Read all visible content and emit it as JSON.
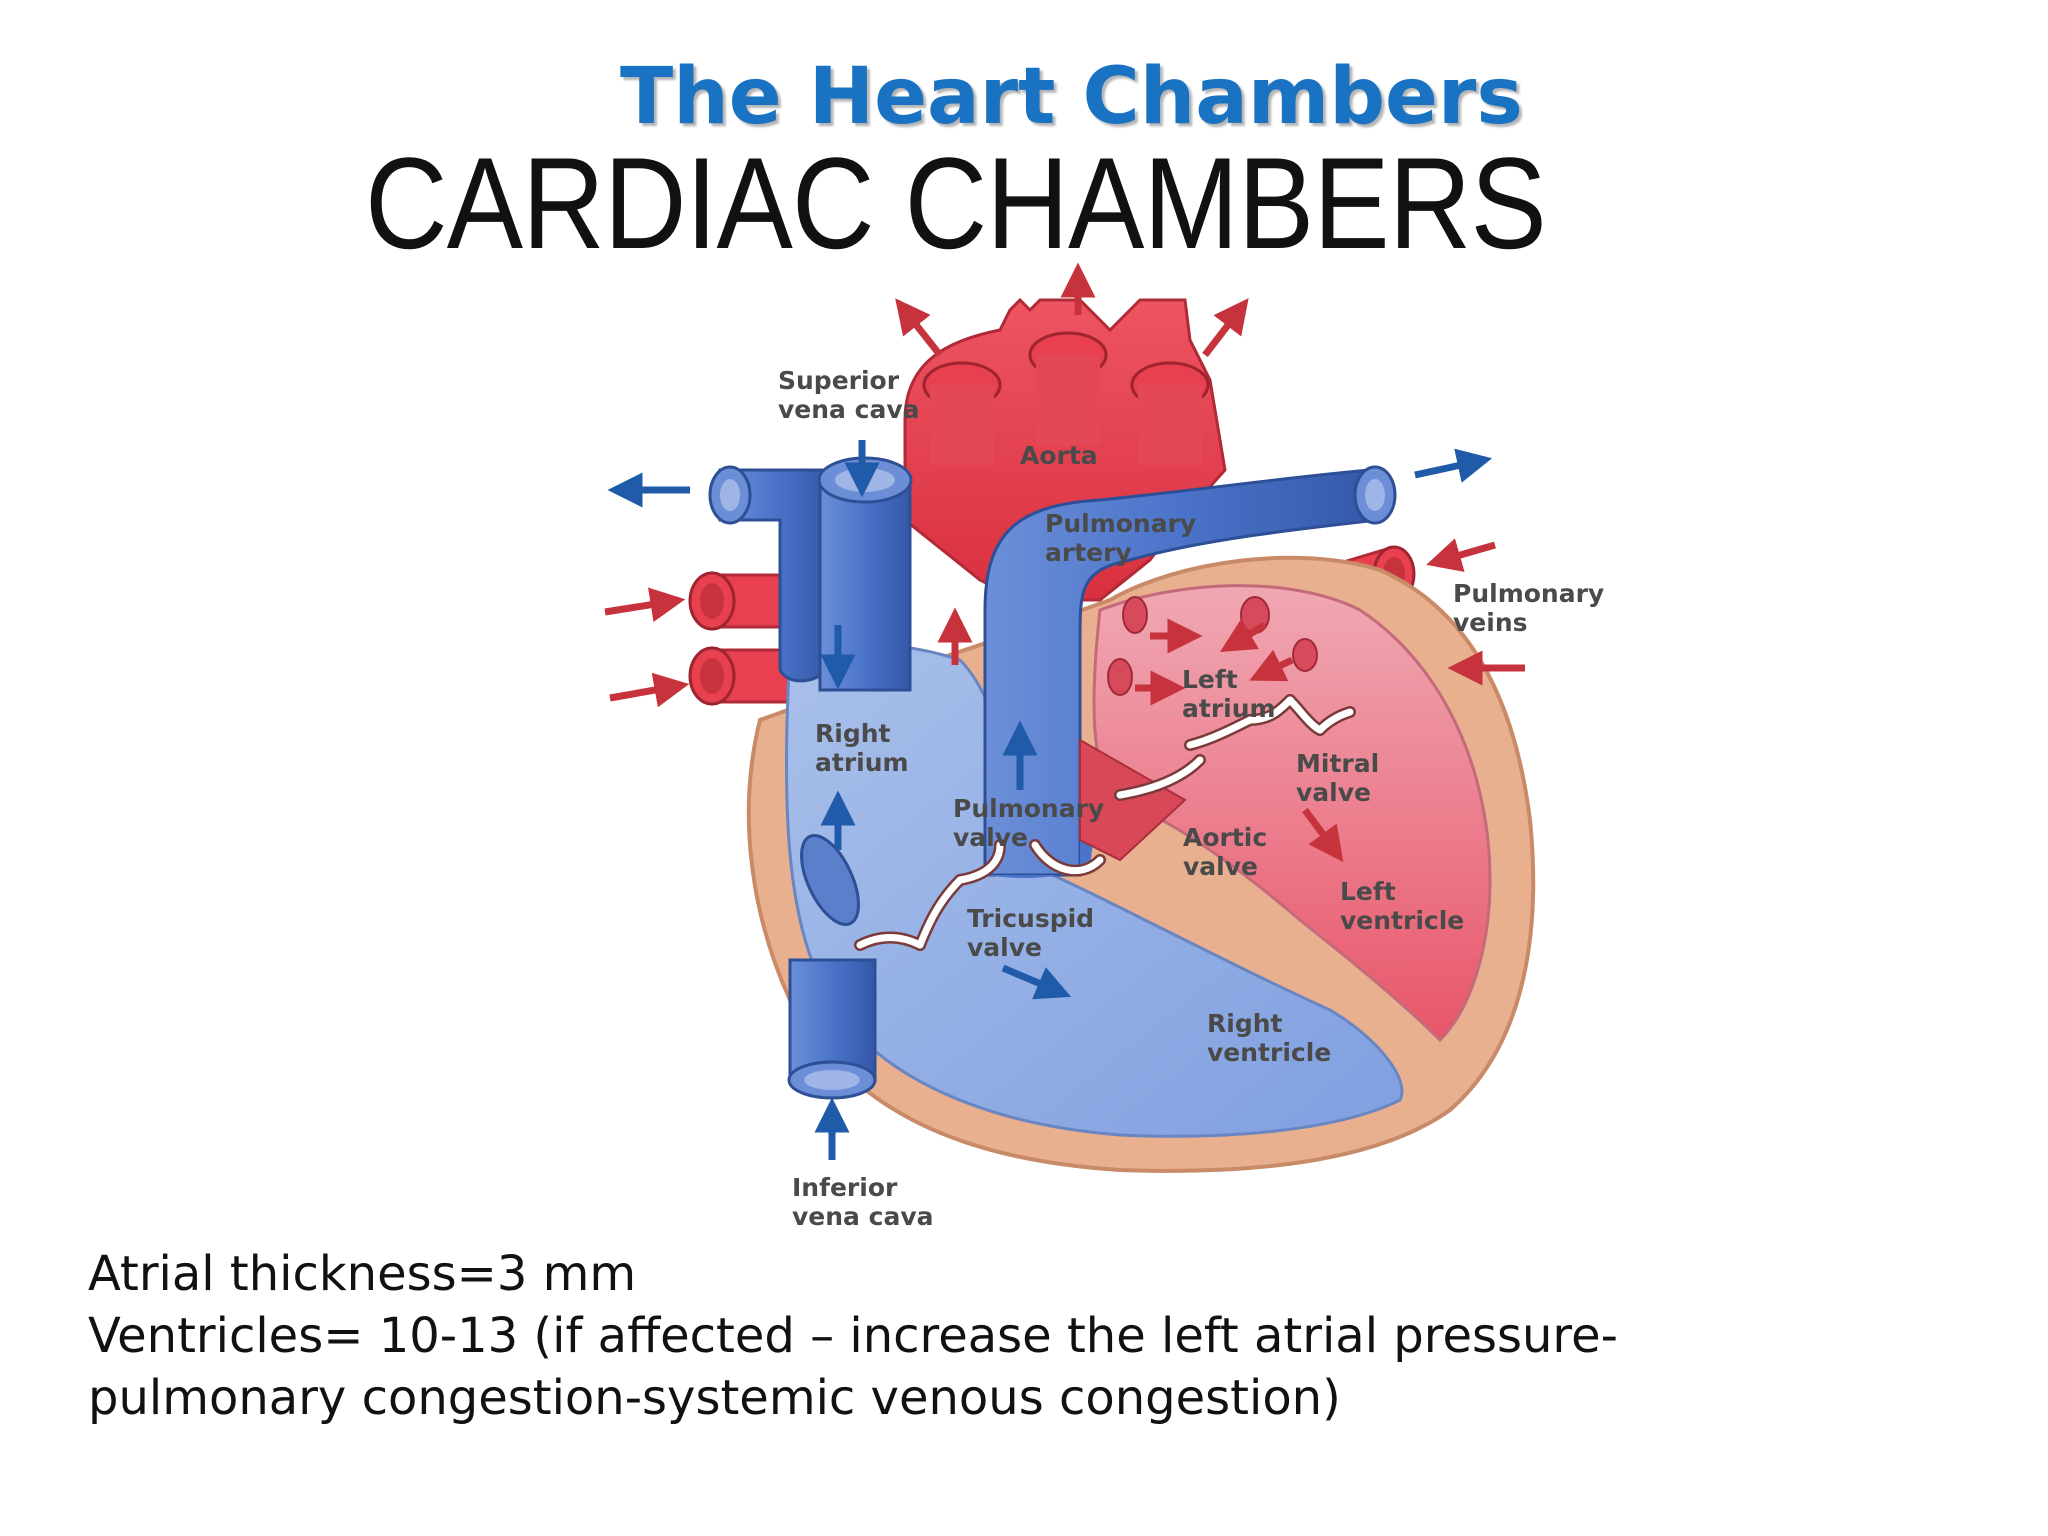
{
  "slide": {
    "header_title": "The Heart Chambers",
    "main_title": "CARDIAC CHAMBERS"
  },
  "diagram": {
    "labels": {
      "superior_vena_cava": [
        "Superior",
        "vena cava"
      ],
      "aorta": [
        "Aorta"
      ],
      "pulmonary_artery": [
        "Pulmonary",
        "artery"
      ],
      "pulmonary_veins": [
        "Pulmonary",
        "veins"
      ],
      "left_atrium": [
        "Left",
        "atrium"
      ],
      "right_atrium": [
        "Right",
        "atrium"
      ],
      "mitral_valve": [
        "Mitral",
        "valve"
      ],
      "pulmonary_valve": [
        "Pulmonary",
        "valve"
      ],
      "aortic_valve": [
        "Aortic",
        "valve"
      ],
      "left_ventricle": [
        "Left",
        "ventricle"
      ],
      "tricuspid_valve": [
        "Tricuspid",
        "valve"
      ],
      "right_ventricle": [
        "Right",
        "ventricle"
      ],
      "inferior_vena_cava": [
        "Inferior",
        "vena cava"
      ]
    },
    "colors": {
      "oxygenated": "#e8404f",
      "deoxygenated": "#4a73c9",
      "wall": "#e8b08f",
      "label": "#4a4a4a"
    }
  },
  "notes": {
    "line1": "Atrial thickness=3 mm",
    "line2": "Ventricles= 10-13 (if affected – increase the left atrial pressure-",
    "line3": "pulmonary congestion-systemic venous congestion)"
  }
}
